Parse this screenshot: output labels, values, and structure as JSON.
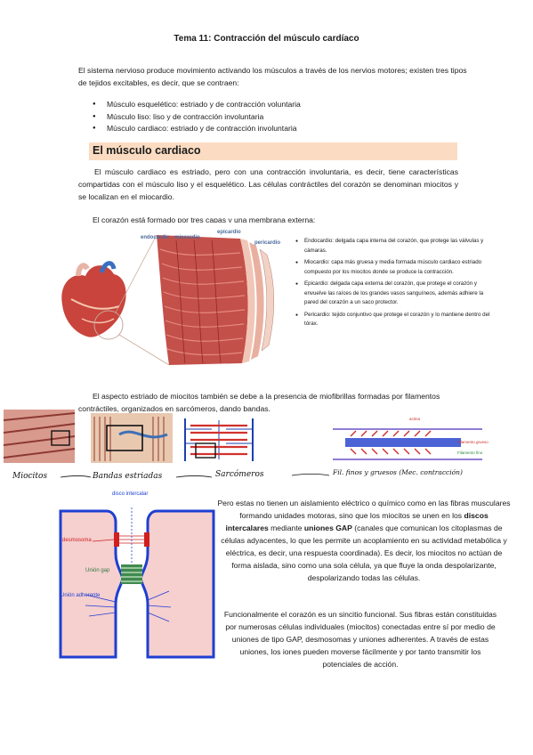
{
  "title": "Tema 11: Contracción del músculo cardíaco",
  "intro": "El sistema nervioso produce movimiento activando los músculos a través de los nervios motores; existen tres tipos de tejidos excitables, es decir, que se contraen:",
  "muscle_types": [
    "Músculo esquelético: estriado y de contracción voluntaria",
    "Músculo liso: liso y de contracción involuntaria",
    "Músculo cardiaco: estriado y de contracción involuntaria"
  ],
  "section_heading": "El músculo cardiaco",
  "para1": "El músculo cardiaco es estriado, pero con una contracción involuntaria, es decir, tiene características compartidas con el músculo liso y el esquelético. Las células contráctiles del corazón se denominan miocitos y se localizan en el miocardio.",
  "para2": "El corazón está formado por tres capas y una membrana externa:",
  "heart_labels": {
    "endocardio": "endocardio",
    "miocardio": "miocardio",
    "epicardio": "epicardio",
    "pericardio": "pericardio"
  },
  "layers": [
    "Endocardio: delgada capa interna del corazón, que protege las válvulas y cámaras.",
    "Miocardio: capa más gruesa y media formada músculo cardiaco estriado compuesto por los miocitos donde se produce la contracción.",
    "Epicardio: delgada capa externa del corazón, que protege el corazón y envuelve las raíces de los grandes vasos sanguíneos, además adhiere la pared del corazón a un saco protector.",
    "Pericardio: tejido conjuntivo que protege el corazón y lo mantiene dentro del tórax."
  ],
  "para3": "El aspecto estriado de miocitos también se debe a la presencia de miofibrillas formadas por filamentos contráctiles, organizados en sarcómeros, dando bandas.",
  "hand_labels": {
    "miocitos": "Miocitos",
    "bandas": "Bandas estriadas",
    "sarcomeros": "Sarcómeros",
    "filamentos": "Fil. finos y gruesos (Mec. contracción)"
  },
  "fil_labels": {
    "actina": "actina",
    "gruesos": "Filamento grueso",
    "finos": "Filamento fino"
  },
  "junction_labels": {
    "discos": "disco intercalar",
    "desmosoma": "desmosoma",
    "gap": "Unión gap",
    "adherente": "Unión adherente"
  },
  "para4_a": "Pero estas no tienen un aislamiento eléctrico o químico como en las fibras musculares formando unidades motoras, sino que los miocitos se unen en los ",
  "para4_b": "discos intercalares",
  "para4_c": " mediante ",
  "para4_d": "uniones GAP",
  "para4_e": " (canales que comunican los citoplasmas de células adyacentes, lo que les permite un acoplamiento en su actividad metabólica y eléctrica, es decir, una respuesta coordinada). Es decir, los miocitos no actúan de forma aislada, sino como una sola célula, ya que fluye la onda despolarizante, despolarizando todas las células.",
  "para5": "Funcionalmente el corazón es un sincitio funcional. Sus fibras están constituidas por numerosas células individuales (miocitos) conectadas entre sí por medio de uniones de tipo GAP, desmosomas y uniones adherentes. A través de estas uniones, los iones pueden moverse fácilmente y por tanto transmitir los potenciales de acción.",
  "colors": {
    "heading_band": "#fbdcc2",
    "muscle": "#c24a4a",
    "membrane": "#1e3fd1",
    "cell": "#f6cfcf"
  }
}
